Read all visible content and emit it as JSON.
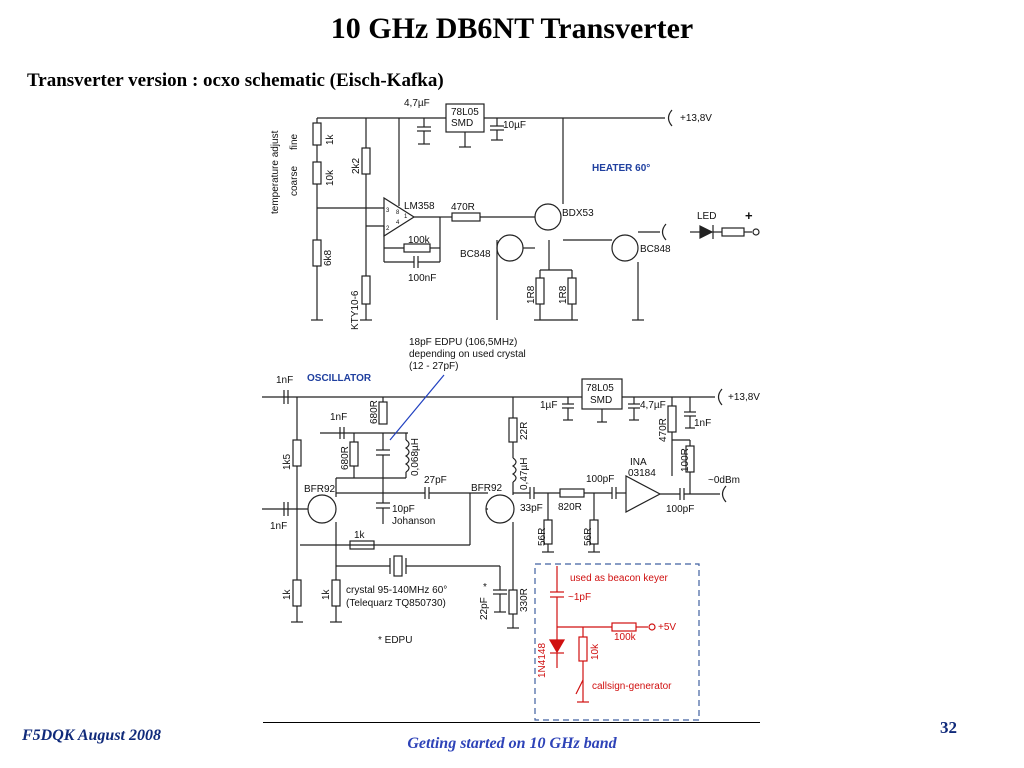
{
  "slide": {
    "title": "10 GHz DB6NT Transverter",
    "subtitle": "Transverter version : ocxo schematic (Eisch-Kafka)"
  },
  "heater": {
    "heading": "HEATER 60°",
    "c_in": "4,7µF",
    "reg": [
      "78L05",
      "SMD"
    ],
    "c_out": "10µF",
    "supply": "+13,8V",
    "temp_label": "temperature adjust",
    "fine": "fine",
    "coarse": "coarse",
    "r_fine": "1k",
    "r_coarse": "10k",
    "r_2k2": "2k2",
    "r_6k8": "6k8",
    "sensor": "KTY10-6",
    "opamp": "LM358",
    "pin3": "3",
    "pin2": "2",
    "pin8": "8",
    "pin4": "4",
    "pin1": "1",
    "r_fb": "100k",
    "c_fb": "100nF",
    "r_out": "470R",
    "q_driver": "BC848",
    "q_power": "BDX53",
    "r_e1": "1R8",
    "r_e2": "1R8",
    "q_led": "BC848",
    "led": "LED",
    "plus": "+"
  },
  "oscillator": {
    "heading": "OSCILLATOR",
    "note": [
      "18pF EDPU (106,5MHz)",
      "depending on used crystal",
      "(12 - 27pF)"
    ],
    "c_in": "1nF",
    "c_1nf_top": "1nF",
    "r_680_top": "680R",
    "r_680_left": "680R",
    "l_tank": "0,068µH",
    "r_1k5": "1k5",
    "q1": "BFR92",
    "c_1nf_base": "1nF",
    "c_27p": "27pF",
    "c_trim": [
      "10pF",
      "Johanson"
    ],
    "r_1k_fb": "1k",
    "crystal": [
      "crystal 95-140MHz  60°",
      "(Telequarz TQ850730)"
    ],
    "r_1k_a": "1k",
    "r_1k_b": "1k",
    "edpu": "* EDPU",
    "c_22p": "22pF",
    "star": "*",
    "r_330": "330R",
    "q2": "BFR92",
    "r_22": "22R",
    "l_047": "0,47µH",
    "c_33p": "33pF",
    "r_56a": "56R",
    "r_820": "820R",
    "r_56b": "56R",
    "c_100p_in": "100pF",
    "amp": [
      "INA",
      "03184"
    ],
    "c_100p_out": "100pF",
    "out_level": "~0dBm",
    "c_1uf": "1µF",
    "reg": [
      "78L05",
      "SMD"
    ],
    "c_47": "4,7µF",
    "supply": "+13,8V",
    "r_470": "470R",
    "r_100": "100R",
    "c_1nf_right": "1nF"
  },
  "beacon": {
    "title": "used as beacon keyer",
    "cap": "~1pF",
    "diode": "1N4148",
    "r_10k": "10k",
    "r_100k": "100k",
    "plus5": "+5V",
    "gen": "callsign-generator",
    "color": "#d01010"
  },
  "footer": {
    "author": "F5DQK August 2008",
    "center": "Getting started on 10 GHz band",
    "page": "32"
  }
}
